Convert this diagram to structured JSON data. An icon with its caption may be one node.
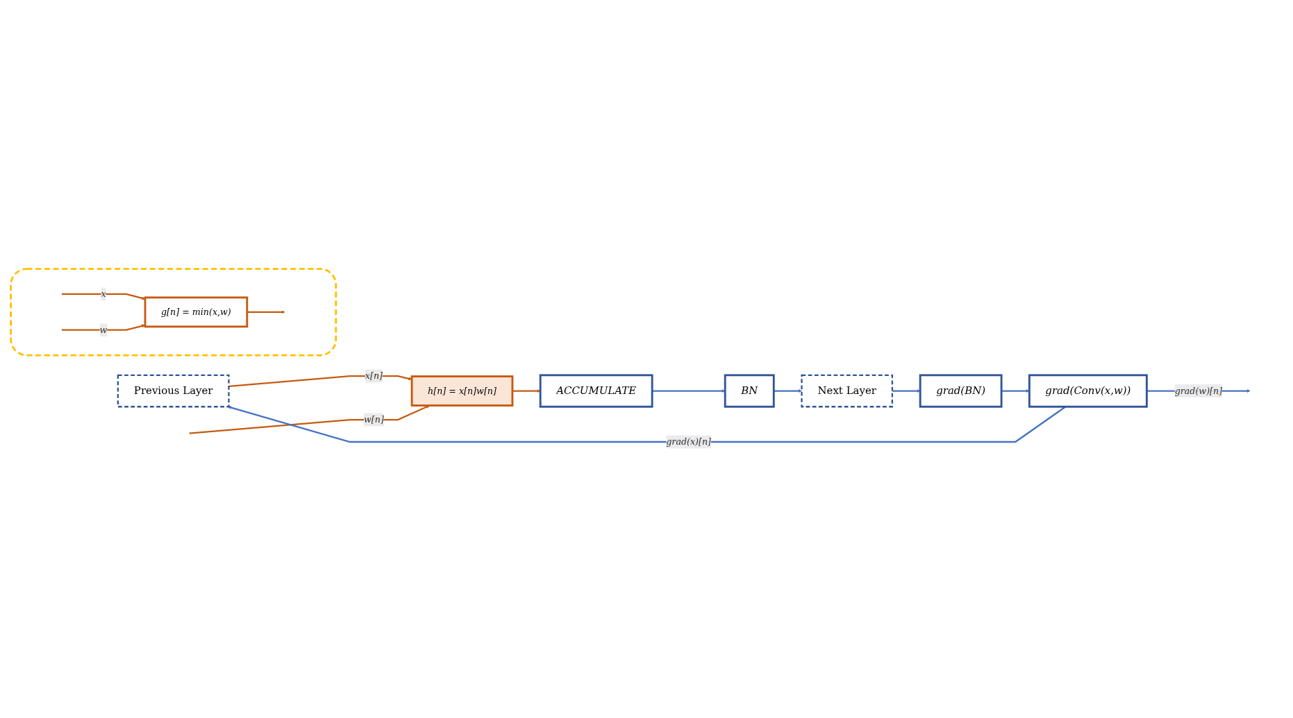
{
  "diagram": {
    "nodes": [
      {
        "text": [
          "Previous Layer"
        ]
      },
      {
        "text": [
          "h[n] = x[n]w[n]"
        ]
      },
      {
        "text": [
          "ACCUMULATE"
        ]
      },
      {
        "text": [
          "BN"
        ]
      },
      {
        "text": [
          "Next Layer"
        ]
      },
      {
        "text": [
          "grad(Conv(x,w))"
        ]
      },
      {
        "text": [
          "grad(BN)"
        ]
      },
      {
        "text": [],
        "shape": "bubble"
      },
      {
        "text": [
          "g[n] = min(x,w)"
        ],
        "in": 7
      }
    ],
    "edges": [
      {
        "from": 0,
        "to": 1,
        "arrow": "to",
        "label": "x[n]",
        "color": "#c55a11"
      },
      {
        "from": null,
        "to": 1,
        "arrow": "to",
        "label": "w[n]",
        "color": "#c55a11"
      },
      {
        "from": 1,
        "to": 2,
        "arrow": "to",
        "color": "#c55a11"
      },
      {
        "from": 2,
        "to": 3,
        "arrow": "to",
        "color": "#4472c4"
      },
      {
        "from": 3,
        "to": 4,
        "arrow": "to",
        "color": "#4472c4"
      },
      {
        "from": 4,
        "to": 6,
        "arrow": "to",
        "color": "#4472c4"
      },
      {
        "from": 6,
        "to": 5,
        "arrow": "to",
        "color": "#4472c4"
      },
      {
        "from": 5,
        "to": 0,
        "arrow": "to",
        "label": "grad(x)[n]",
        "color": "#4472c4"
      },
      {
        "from": 5,
        "to": null,
        "arrow": "to",
        "label": "grad(w)[n]",
        "color": "#4472c4"
      },
      {
        "from": null,
        "to": 8,
        "arrow": "to",
        "label": "x",
        "color": "#c55a11"
      },
      {
        "from": null,
        "to": 8,
        "arrow": "to",
        "label": "w",
        "color": "#c55a11"
      },
      {
        "from": 8,
        "to": null,
        "arrow": "to",
        "color": "#c55a11"
      }
    ]
  }
}
